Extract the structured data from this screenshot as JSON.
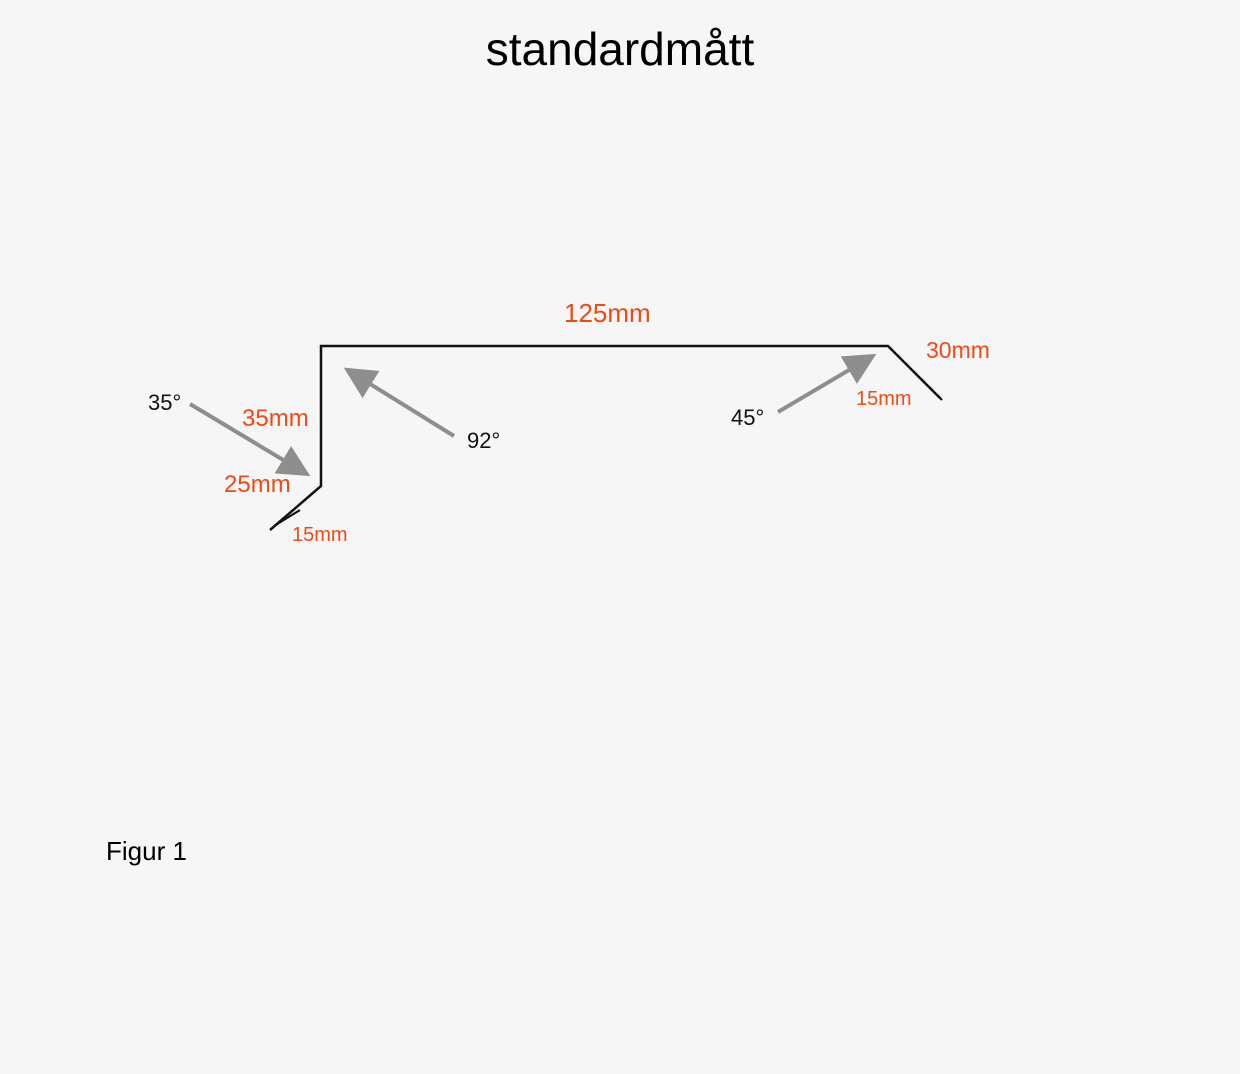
{
  "title": "standardmått",
  "caption": "Figur 1",
  "labels": {
    "top_length": "125mm",
    "left_upper": "35mm",
    "left_lower": "25mm",
    "left_hem": "15mm",
    "right_leg": "30mm",
    "right_hem": "15mm",
    "angle_left": "35°",
    "angle_mid": "92°",
    "angle_right": "45°"
  },
  "colors": {
    "dimension": "#f04a14",
    "profile": "#111111",
    "arrow": "#8f8d8f"
  }
}
